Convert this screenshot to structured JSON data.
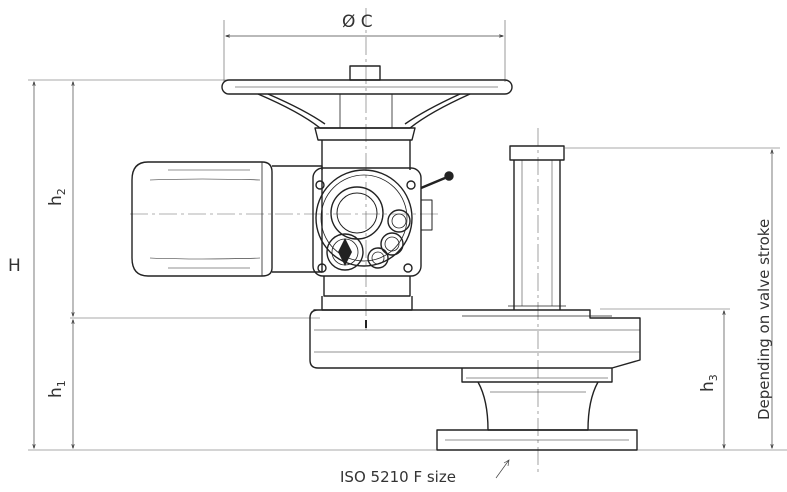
{
  "labels": {
    "diameter": "Ø C",
    "height_total": "H",
    "h2_main": "h",
    "h2_sub": "2",
    "h1_main": "h",
    "h1_sub": "1",
    "h3_main": "h",
    "h3_sub": "3",
    "stroke_note": "Depending on valve stroke",
    "iso_note": "ISO 5210 F  size"
  }
}
